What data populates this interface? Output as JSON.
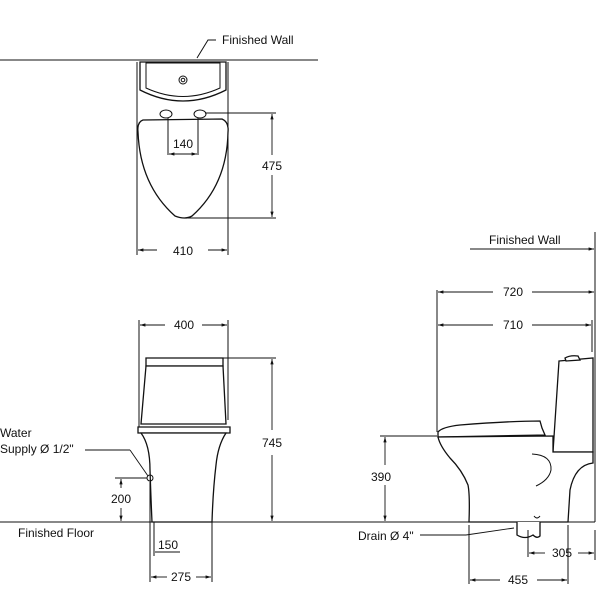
{
  "labels": {
    "finished_wall_top": "Finished Wall",
    "finished_wall_side": "Finished Wall",
    "finished_floor": "Finished Floor",
    "water_supply_line1": "Water",
    "water_supply_line2": "Supply Ø 1/2\"",
    "drain": "Drain Ø 4\""
  },
  "dimensions": {
    "seat_hinge_spacing": "140",
    "bowl_depth": "475",
    "top_width": "410",
    "tank_width": "400",
    "overall_height": "745",
    "supply_height": "200",
    "supply_offset": "150",
    "base_width": "275",
    "overall_length": "720",
    "length_710": "710",
    "seat_height": "390",
    "rough_in": "305",
    "base_length": "455"
  }
}
